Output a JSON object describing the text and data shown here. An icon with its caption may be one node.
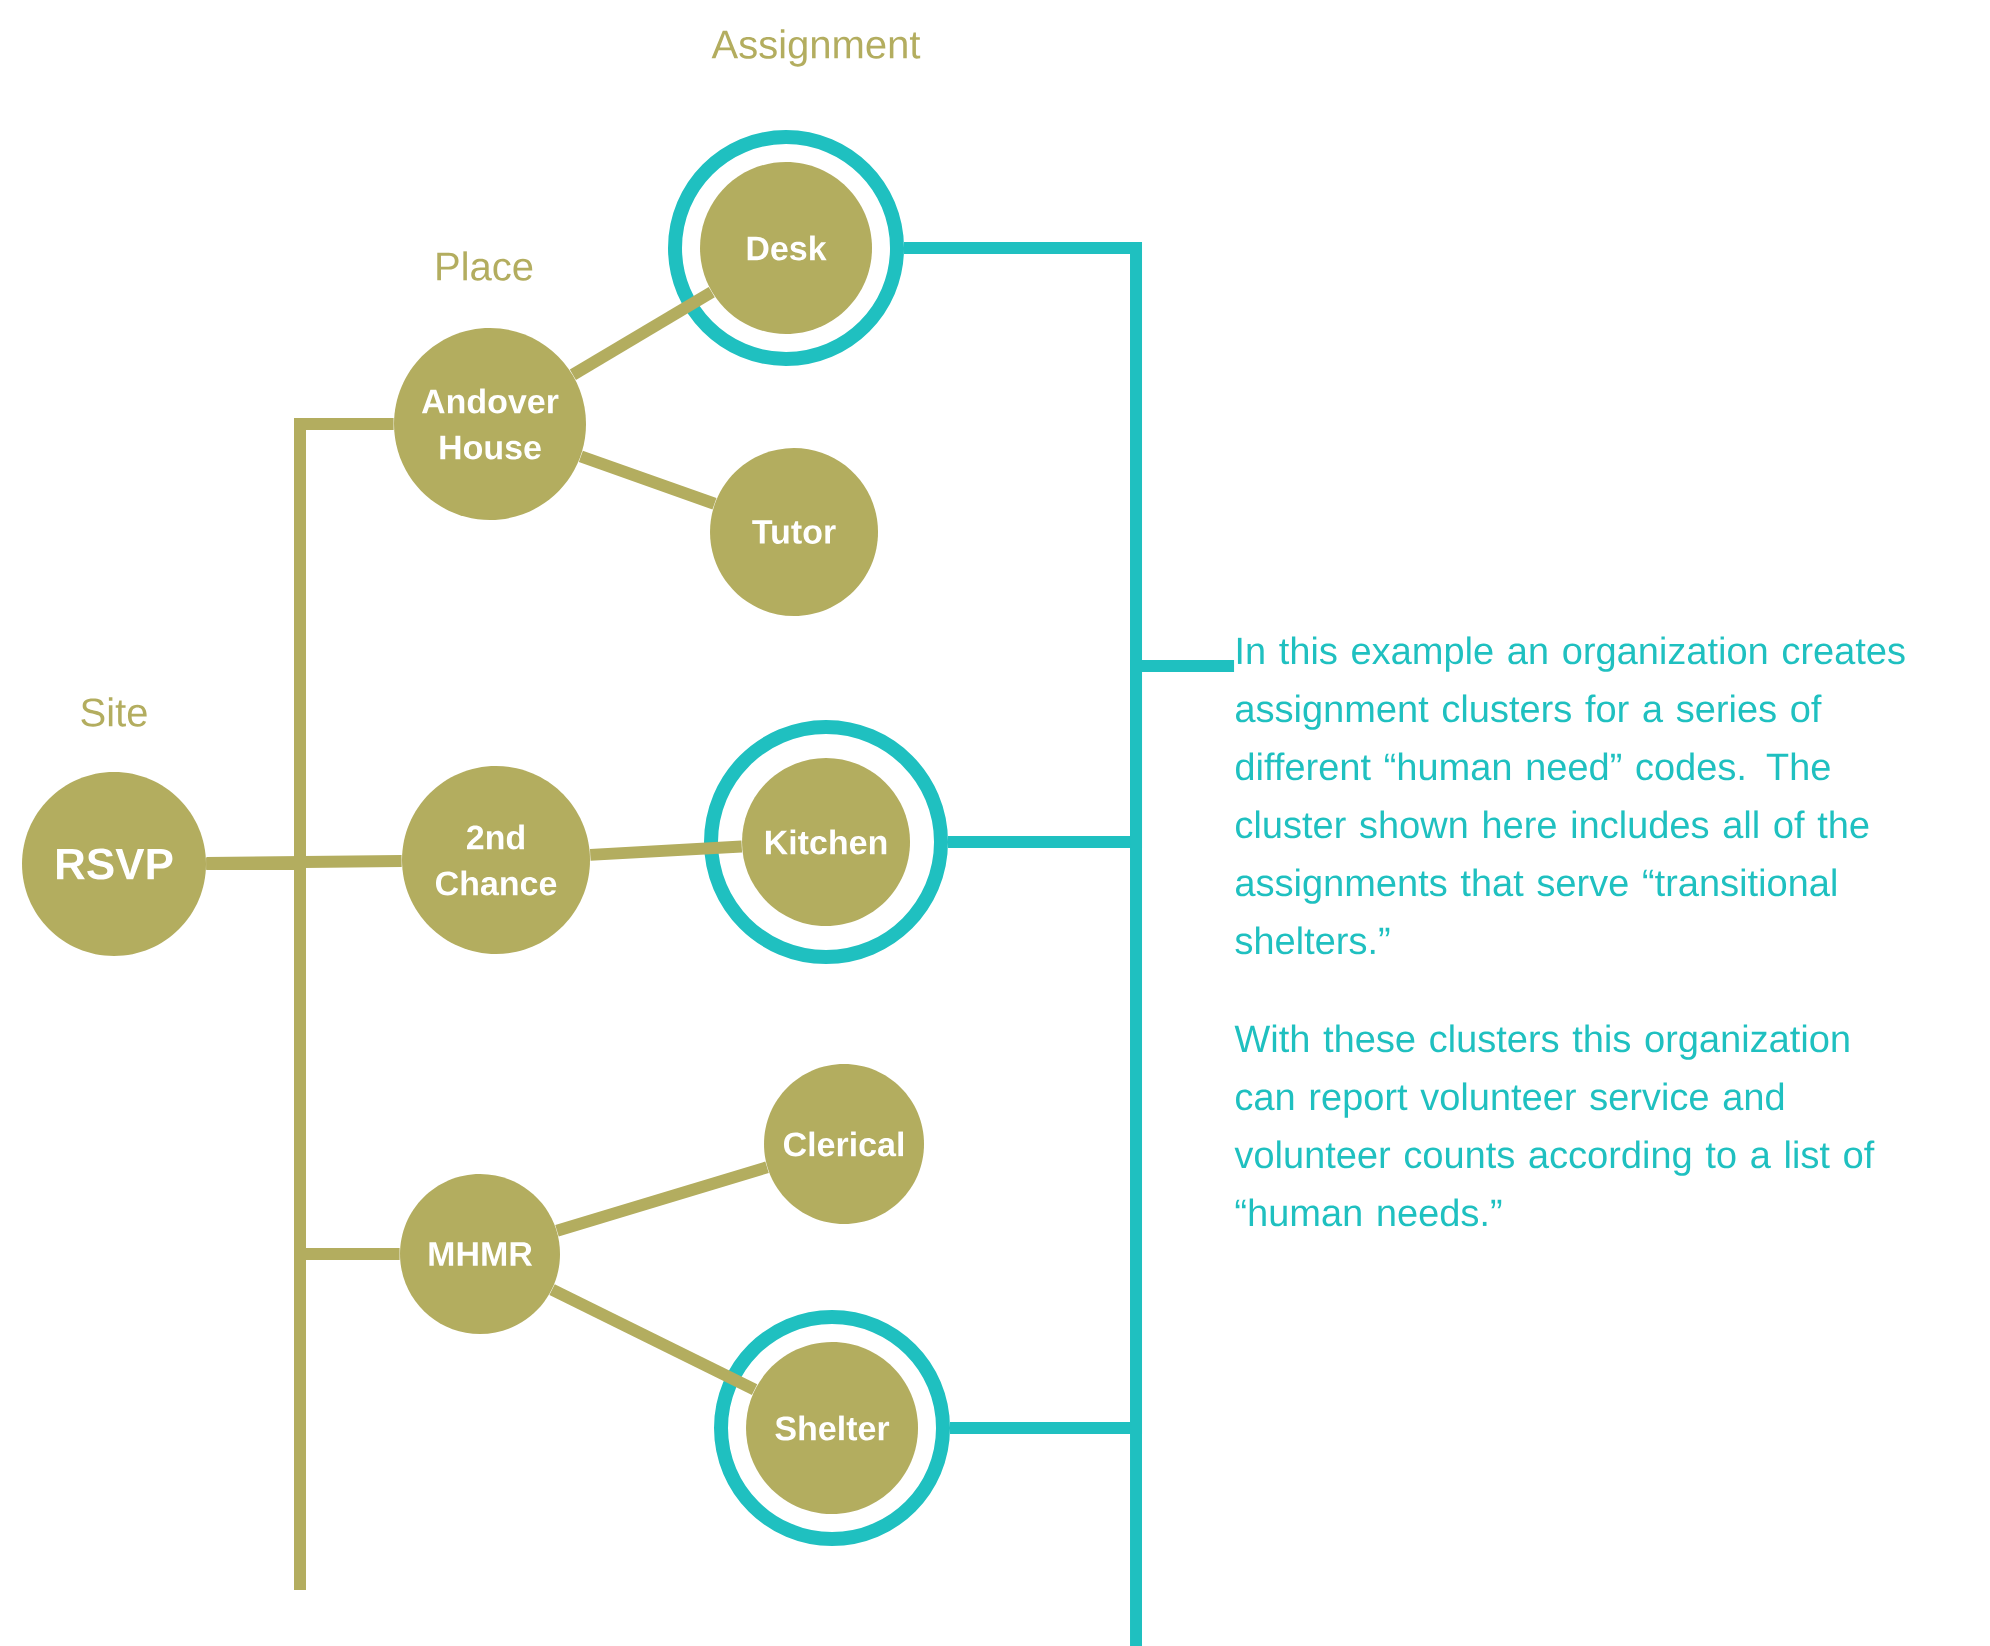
{
  "diagram": {
    "nodes": [
      {
        "text": [
          "RSVP"
        ]
      },
      {
        "text": [
          "Andover House"
        ]
      },
      {
        "text": [
          "2nd Chance"
        ]
      },
      {
        "text": [
          "MHMR"
        ]
      },
      {
        "text": [],
        "shape": "circle"
      },
      {
        "text": [
          "Desk"
        ],
        "in": 4
      },
      {
        "text": [
          "Tutor"
        ]
      },
      {
        "text": [],
        "shape": "circle"
      },
      {
        "text": [
          "Kitchen"
        ],
        "in": 7
      },
      {
        "text": [
          "Clerical"
        ]
      },
      {
        "text": [],
        "shape": "circle"
      },
      {
        "text": [
          "Shelter"
        ],
        "in": 10
      },
      {
        "text": [
          "In this example an organization creates assignment clusters for a series of different “human need” codes. The cluster shown here includes all of the assignments that serve “transitional shelters.”",
          "With these clusters this organization can report volunteer service and volunteer counts according to a list of “human needs.”"
        ]
      }
    ],
    "edges": [
      {
        "from": 0,
        "to": 1,
        "arrow": "none"
      },
      {
        "from": 0,
        "to": 2,
        "arrow": "none"
      },
      {
        "from": 0,
        "to": 3,
        "arrow": "none"
      },
      {
        "from": 1,
        "to": 5,
        "arrow": "none"
      },
      {
        "from": 1,
        "to": 6,
        "arrow": "none"
      },
      {
        "from": 2,
        "to": 8,
        "arrow": "none"
      },
      {
        "from": 3,
        "to": 9,
        "arrow": "none"
      },
      {
        "from": 3,
        "to": 11,
        "arrow": "none"
      },
      {
        "from": 4,
        "to": 12,
        "arrow": "none",
        "color": "#1fc0c0"
      },
      {
        "from": 7,
        "to": 12,
        "arrow": "none",
        "color": "#1fc0c0"
      },
      {
        "from": 10,
        "to": 12,
        "arrow": "none",
        "color": "#1fc0c0"
      }
    ],
    "labels": [
      "Assignment",
      "Place",
      "Site"
    ]
  }
}
